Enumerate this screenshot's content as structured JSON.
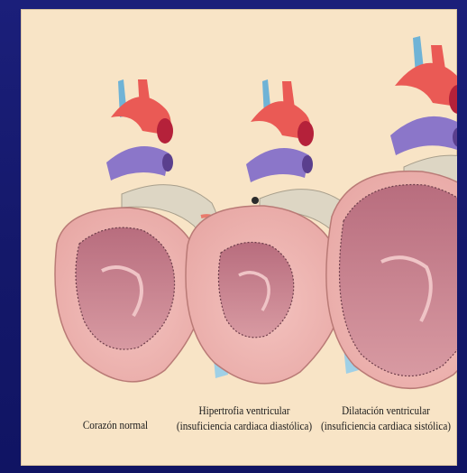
{
  "figure": {
    "captions": [
      {
        "line1": "Corazón normal",
        "line2": ""
      },
      {
        "line1": "Hipertrofia ventricular",
        "line2": "(insuficiencia cardiaca diastólica)"
      },
      {
        "line1": "Dilatación ventricular",
        "line2": "(insuficiencia cardiaca sistólica)"
      }
    ],
    "colors": {
      "background": "#14186a",
      "panel": "#f8e4c6",
      "myocardium": "#f2b7b4",
      "chamber": "#c97f8d",
      "aorta": "#ea5a55",
      "vena_cava": "#8b76c9",
      "pulmonary": "#6fb3d6",
      "septum": "#ddd6c4"
    }
  }
}
